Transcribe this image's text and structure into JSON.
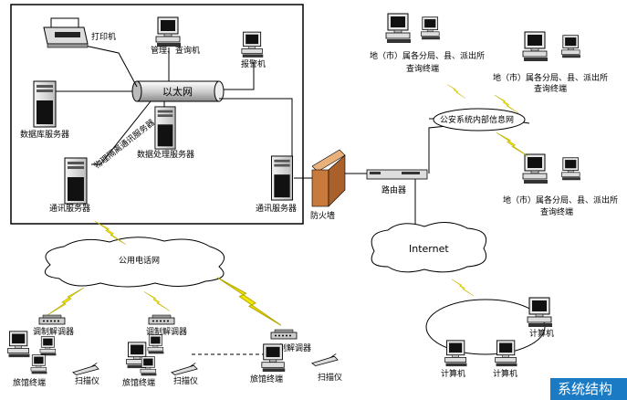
{
  "title": "系统结构",
  "lan": {
    "ethernet_label": "以太网",
    "printer_label": "打印机",
    "manage_query_label": "管理、查询机",
    "alarm_label": "报警机",
    "db_server_label": "数据库服务器",
    "data_proc_server_label": "数据处理服务器",
    "isolation_server_label": "物理隔离通讯服务器",
    "comm_server_left_label": "通讯服务器",
    "comm_server_right_label": "通讯服务器"
  },
  "firewall_label": "防火墙",
  "router_label": "路由器",
  "police_net_label": "公安系统内部信息网",
  "internet_label": "Internet",
  "pstn_label": "公用电话网",
  "terminals": [
    {
      "line1": "地（市）属各分局、县、派出所",
      "line2": "查询终端"
    },
    {
      "line1": "地（市）属各分局、县、派出所",
      "line2": "查询终端"
    },
    {
      "line1": "地（市）属各分局、县、派出所",
      "line2": "查询终端"
    }
  ],
  "computers": [
    "计算机",
    "计算机",
    "计算机"
  ],
  "hotels": [
    {
      "modem": "调制解调器",
      "terminal": "旅馆终端",
      "scanner": "扫描仪"
    },
    {
      "modem": "调制解调器",
      "terminal": "旅馆终端",
      "scanner": "扫描仪"
    },
    {
      "modem": "调制解调器",
      "terminal": "旅馆终端",
      "scanner": "扫描仪"
    }
  ],
  "colors": {
    "lightning": "#f2e600",
    "firewall": "#c87a3c",
    "title_bg": "#1a7bc4"
  }
}
